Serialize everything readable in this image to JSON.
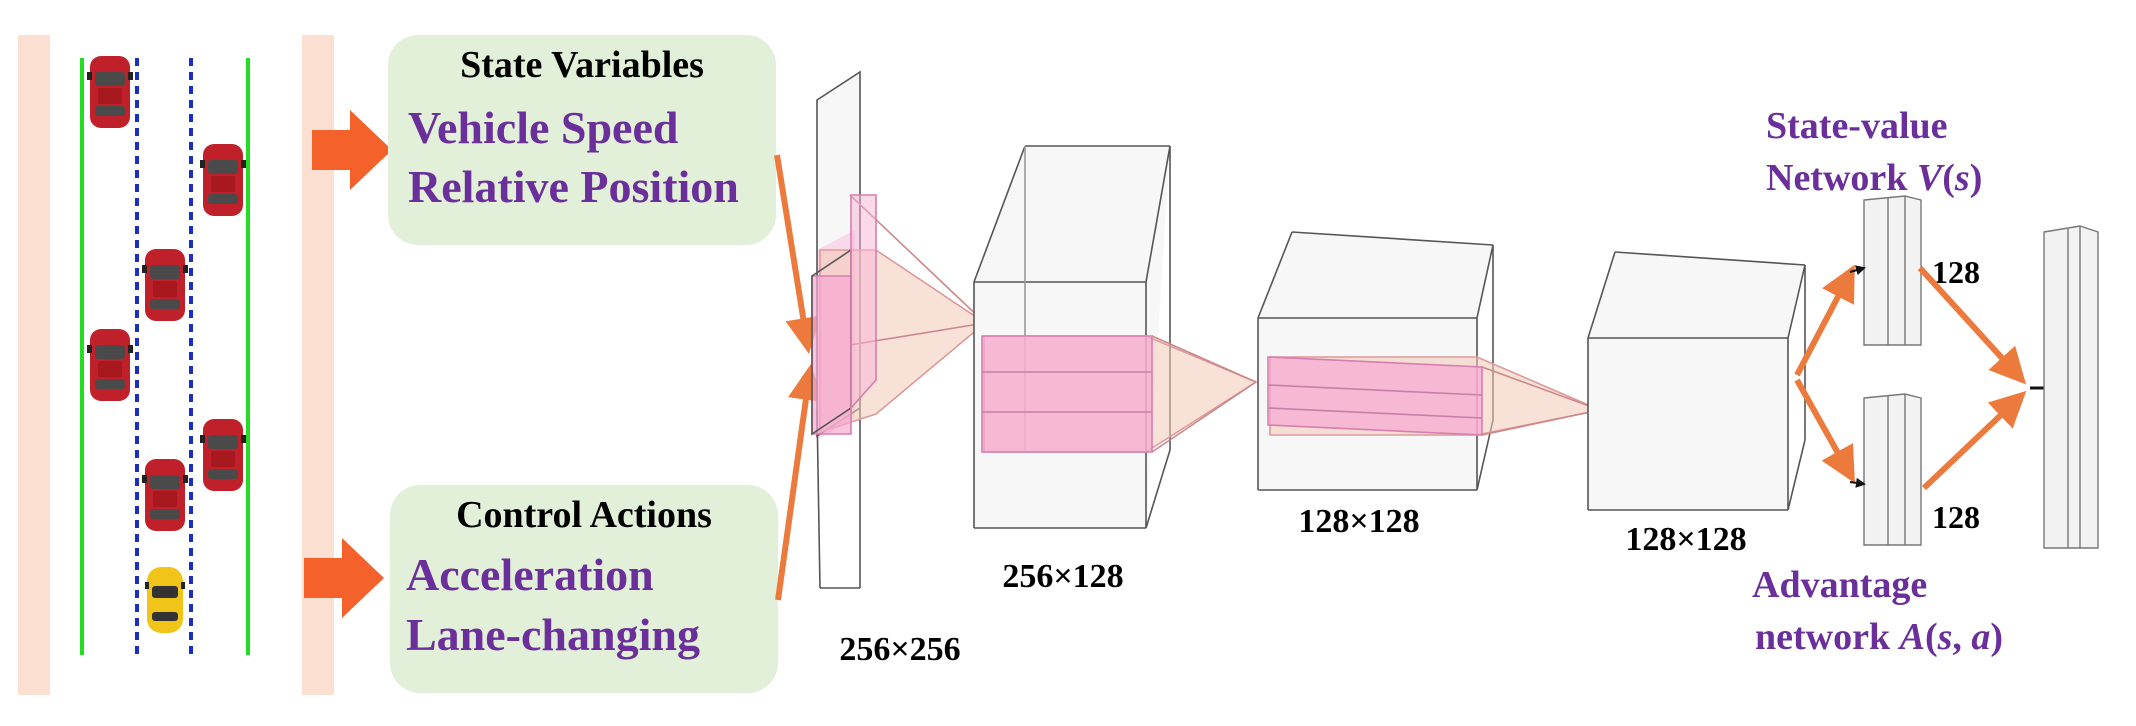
{
  "state_box": {
    "title": "State Variables",
    "items": [
      "Vehicle Speed",
      "Relative Position"
    ]
  },
  "action_box": {
    "title": "Control Actions",
    "items": [
      "Acceleration",
      "Lane-changing"
    ]
  },
  "layers": [
    {
      "label": "256×256"
    },
    {
      "label": "256×128"
    },
    {
      "label": "128×128"
    },
    {
      "label": "128×128"
    }
  ],
  "value_network": {
    "line1": "State-value",
    "line2_prefix": "Network ",
    "line2_fn": "V",
    "line2_open": "(",
    "line2_arg": "s",
    "line2_close": ")",
    "units": "128"
  },
  "advantage_network": {
    "line1": "Advantage",
    "line2_prefix": "network ",
    "line2_fn": "A",
    "line2_open": "(",
    "line2_arg1": "s",
    "line2_sep": ", ",
    "line2_arg2": "a",
    "line2_close": ")",
    "units": "128"
  },
  "colors": {
    "box_fill": "#e2efd9",
    "purple_text": "#6a2f9a",
    "arrow_orange": "#ec7a3c",
    "input_arrow": "#f4612a",
    "pink": "#f6b8da",
    "salmon": "#f3c9b4",
    "lane_green": "#22dd22",
    "lane_blue": "#1a2fbf",
    "car_red": "#c0202a",
    "car_yellow": "#f0c419",
    "stripe": "#fbe0d2"
  }
}
